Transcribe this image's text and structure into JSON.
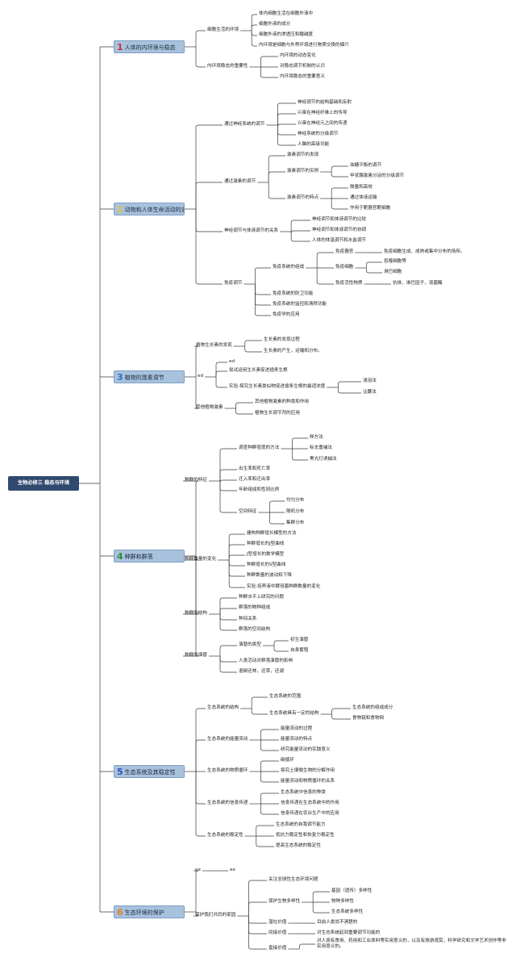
{
  "root": "生物必修三 稳态与环境",
  "colors": {
    "chapter_bg": "#a8c2de",
    "root_bg": "#2f4a6e",
    "line": "#3a3a3a"
  },
  "chapters": [
    {
      "num": "1",
      "num_color": "#d0303a",
      "title": "人体的内环境与稳态"
    },
    {
      "num": "2",
      "num_color": "#e8c040",
      "title": "动物和人体生命活动的调节"
    },
    {
      "num": "3",
      "num_color": "#2f6fbf",
      "title": "植物的激素调节"
    },
    {
      "num": "4",
      "num_color": "#2e8b3f",
      "title": "种群和群落"
    },
    {
      "num": "5",
      "num_color": "#2f4fbf",
      "title": "生态系统及其稳定性"
    },
    {
      "num": "6",
      "num_color": "#e08030",
      "title": "生态环境的保护"
    }
  ],
  "nodes": [
    "细胞生活的环境",
    "体内细胞生活在细胞外液中",
    "细胞外液的成分",
    "细胞外液的渗透压和酸碱度",
    "内环境是细胞与外界环境进行物质交换的媒介",
    "内环境稳态的重要性",
    "内环境的动态变化",
    "对稳态调节机制的认识",
    "内环境稳态的重要意义",
    "通过神经系统的调节",
    "神经调节的结构基础和反射",
    "兴奋在神经纤维上的传导",
    "兴奋在神经元之间的传递",
    "神经系统的分级调节",
    "人脑的高级功能",
    "通过激素的调节",
    "激素调节的发现",
    "激素调节的实例",
    "血糖平衡的调节",
    "甲状腺激素分泌的分级调节",
    "激素调节的特点",
    "微量和高效",
    "通过体液运输",
    "作用于靶器官靶细胞",
    "神经调节与体液调节的关系",
    "神经调节和体液调节的比较",
    "神经调节和体液调节的协调",
    "人体的体温调节和水盐调节",
    "免疫调节",
    "免疫系统的组成",
    "免疫器官",
    "免疫细胞生成、成熟或集中分布的场所。",
    "免疫细胞",
    "吞噬细胞等",
    "淋巴细胞",
    "免疫活性物质",
    "抗体，淋巴因子，溶菌酶",
    "免疫系统的防卫功能",
    "免疫系统的监控和清除功能",
    "免疫学的应用",
    "植物生长素的发现",
    "生长素的发现过程",
    "生长素的产生，运输和分布。",
    "ed",
    "ed",
    "尝试运用生长素促进插条生根",
    "实验:探究生长素类似物促进插条生根的最适浓度",
    "浸泡法",
    "沾蘸法",
    "其他植物激素",
    "其他植物激素的种类和作用",
    "植物生长调节剂的应用",
    "种群的特征",
    "调查种群密度的方法",
    "样方法",
    "标志重捕法",
    "黑光灯诱捕法",
    "出生率和死亡率",
    "迁入率和迁出率",
    "年龄组成和性别比例",
    "空间特征",
    "均匀分布",
    "随机分布",
    "集群分布",
    "种群数量的变化",
    "建构种群增长模型的方法",
    "种群增长的J型曲线",
    "J型增长的数学模型",
    "种群增长的S型曲线",
    "种群数量的波动和下降",
    "实验:培养液中酵母菌种群数量的变化",
    "种群的结构",
    "种群水平上研究的问题",
    "群落的物种组成",
    "种间关系",
    "群落的空间结构",
    "种群的演替",
    "演替的类型",
    "初生演替",
    "自身繁殖",
    "人类活动对群落演替的影响",
    "退耕还林，还草，还湖",
    "生态系统的结构",
    "生态系统的范围",
    "生态系统具有一定的结构",
    "生态系统的组成成分",
    "食物链和食物网",
    "生态系统的能量流动",
    "能量流动的过程",
    "能量流动的特点",
    "研究能量流动的实践意义",
    "生态系统的物质循环",
    "碳循环",
    "探究土壤微生物的分解作用",
    "能量流动和物质循环的关系",
    "生态系统的信息传递",
    "生态系统中信息的种类",
    "信息传递在生态系统中的作用",
    "信息传递在农业生产中的应用",
    "生态系统的稳定性",
    "生态系统的自我调节能力",
    "抵抗力稳定性和恢复力稳定性",
    "提高生态系统的稳定性",
    "ee",
    "ee",
    "保护我们共同的家园",
    "关注全球性生态环境问题",
    "保护生物多样性",
    "基因（遗传）多样性",
    "物种多样性",
    "生态系统多样性",
    "潜在价值",
    "目前人类尚不清楚的",
    "间接价值",
    "对生态系统起到重要调节功能的",
    "直接价值",
    "对人类有食用、药用和工业原料等实用意义的，以及有旅游观赏，科学研究和文学艺术创作等非实用意义的。"
  ]
}
